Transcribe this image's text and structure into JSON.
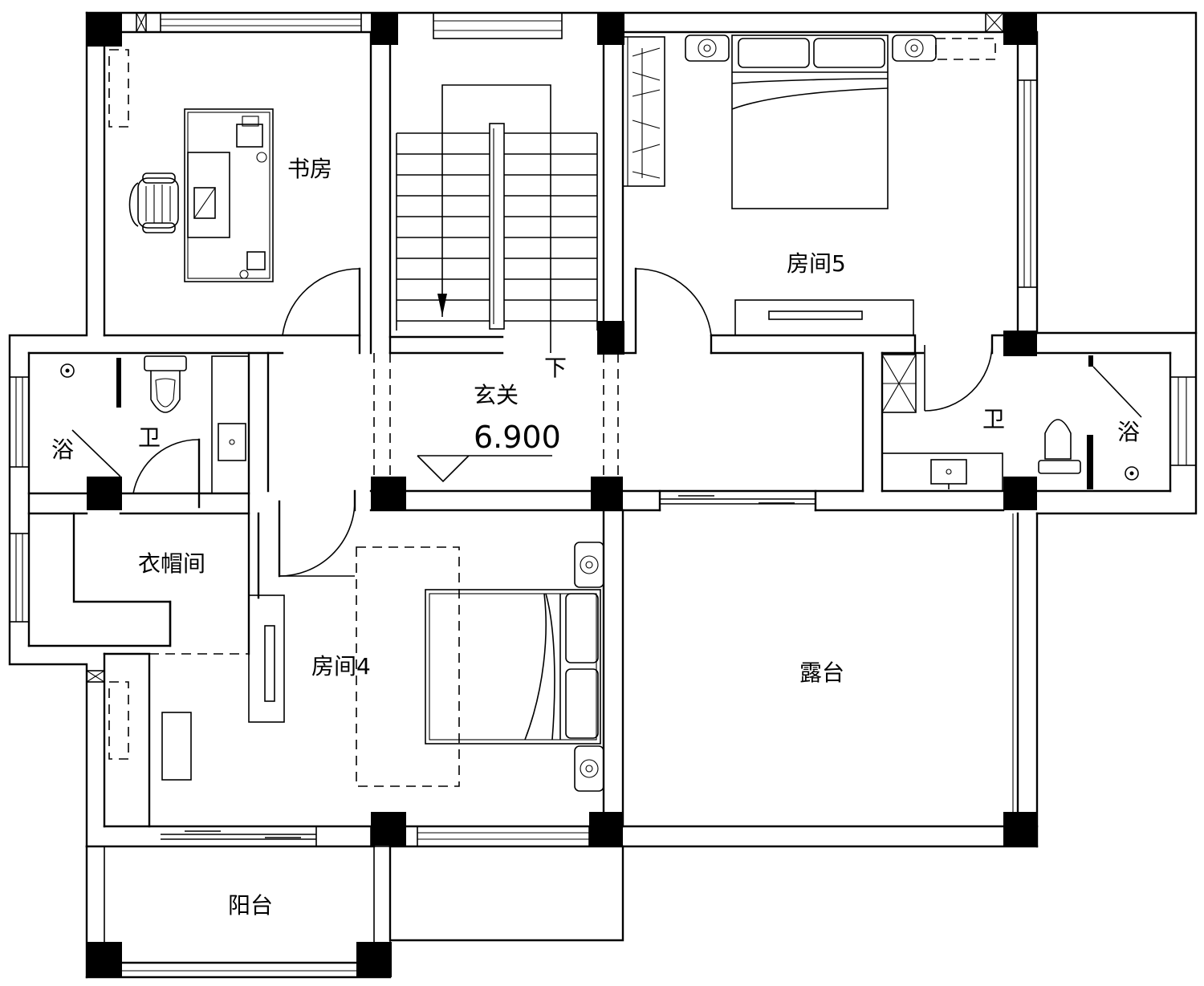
{
  "rooms": {
    "study": "书房",
    "room5": "房间5",
    "foyer": "玄关",
    "bath_left": "卫",
    "shower_left": "浴",
    "bath_right": "卫",
    "shower_right": "浴",
    "cloakroom": "衣帽间",
    "room4": "房间4",
    "terrace": "露台",
    "balcony": "阳台"
  },
  "stair": {
    "direction_label": "下"
  },
  "elevation": {
    "value": "6.900"
  }
}
